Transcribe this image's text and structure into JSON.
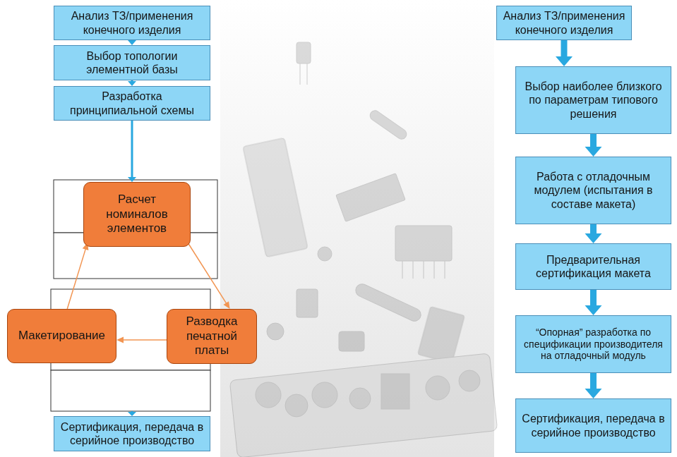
{
  "diagram": {
    "nodes": [
      {
        "text": [
          "Анализ ТЗ/применения конечного изделия"
        ]
      },
      {
        "text": [
          "Выбор топологии элементной базы"
        ]
      },
      {
        "text": [
          "Разработка принципиальной схемы"
        ]
      },
      {
        "text": [
          "Расчет номиналов элементов"
        ]
      },
      {
        "text": [
          "Макетирование"
        ]
      },
      {
        "text": [
          "Разводка печатной платы"
        ]
      },
      {
        "text": [
          "Сертификация, передача в серийное производство"
        ]
      },
      {
        "text": [
          "Анализ ТЗ/применения конечного изделия"
        ]
      },
      {
        "text": [
          "Выбор наиболее близкого по параметрам типового решения"
        ]
      },
      {
        "text": [
          "Работа с отладочным модулем (испытания в составе макета)"
        ]
      },
      {
        "text": [
          "Предварительная сертификация макета"
        ]
      },
      {
        "text": [
          "“Опорная” разработка по спецификации производителя на отладочный модуль"
        ]
      },
      {
        "text": [
          "Сертификация, передача в серийное производство"
        ]
      }
    ],
    "edges": [
      {
        "from": 0,
        "to": 1,
        "arrow": "to"
      },
      {
        "from": 1,
        "to": 2,
        "arrow": "to"
      },
      {
        "from": 2,
        "to": 3,
        "arrow": "to"
      },
      {
        "from": 3,
        "to": 5,
        "arrow": "to"
      },
      {
        "from": 5,
        "to": 4,
        "arrow": "to"
      },
      {
        "from": 4,
        "to": 3,
        "arrow": "to"
      },
      {
        "from": 7,
        "to": 8,
        "arrow": "to"
      },
      {
        "from": 8,
        "to": 9,
        "arrow": "to"
      },
      {
        "from": 9,
        "to": 10,
        "arrow": "to"
      },
      {
        "from": 10,
        "to": 11,
        "arrow": "to"
      },
      {
        "from": 11,
        "to": 12,
        "arrow": "to"
      }
    ]
  }
}
